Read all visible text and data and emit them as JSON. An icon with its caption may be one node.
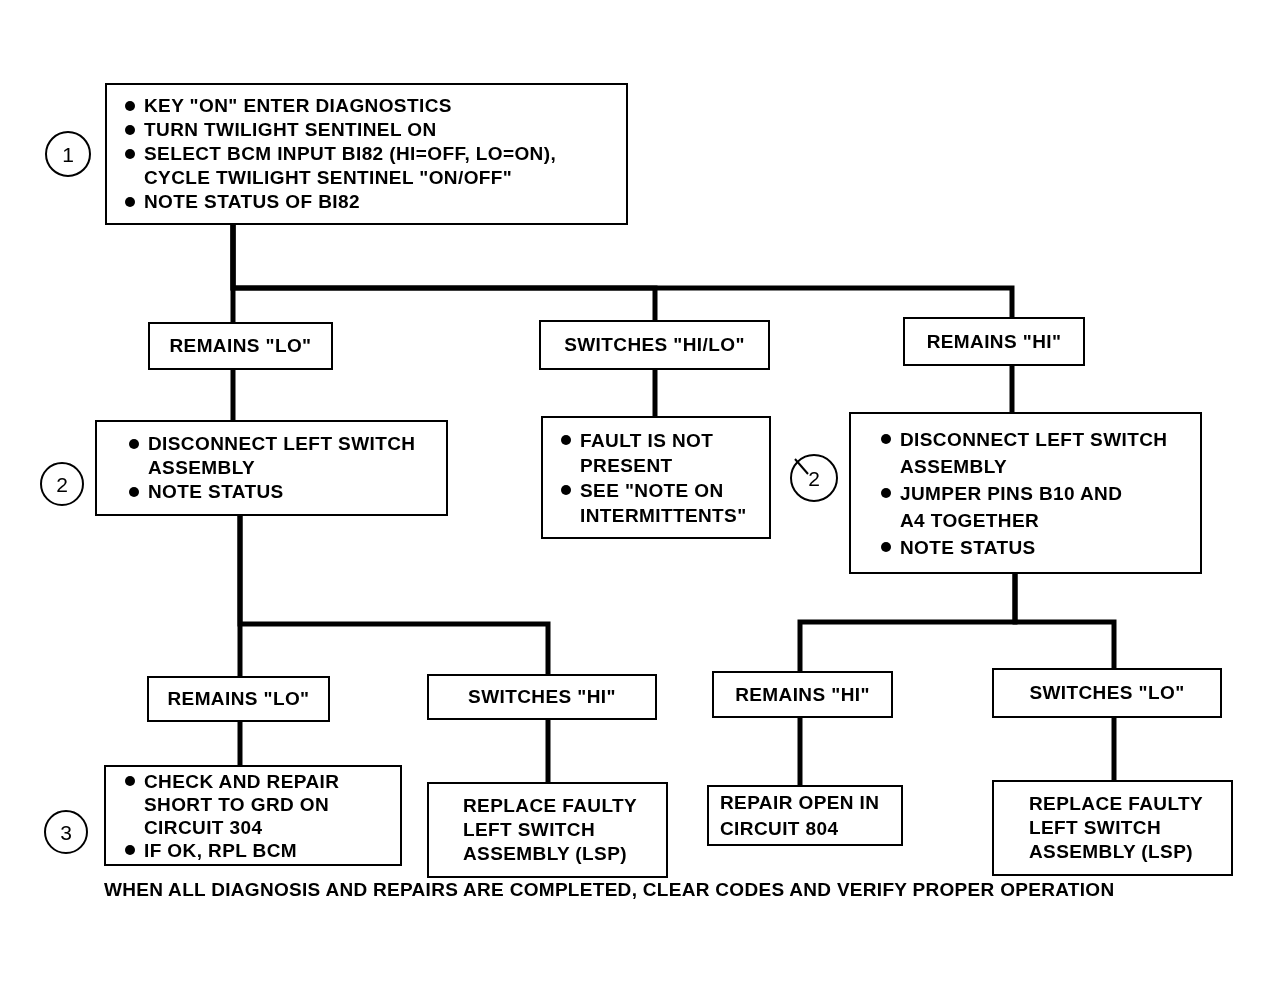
{
  "diagram": {
    "nodes": [
      {
        "text": [
          "1"
        ]
      },
      {
        "text": [
          "KEY \"ON\" ENTER DIAGNOSTICS",
          "TURN TWILIGHT SENTINEL ON",
          "SELECT BCM INPUT BI82 (HI=OFF, LO=ON), CYCLE TWILIGHT SENTINEL \"ON/OFF\"",
          "NOTE STATUS OF BI82"
        ]
      },
      {
        "text": [
          "REMAINS \"LO\""
        ]
      },
      {
        "text": [
          "SWITCHES \"HI/LO\""
        ]
      },
      {
        "text": [
          "REMAINS \"HI\""
        ]
      },
      {
        "text": [
          "2"
        ]
      },
      {
        "text": [
          "DISCONNECT LEFT SWITCH ASSEMBLY",
          "NOTE STATUS"
        ]
      },
      {
        "text": [
          "FAULT IS NOT PRESENT",
          "SEE \"NOTE ON INTERMITTENTS\""
        ]
      },
      {
        "text": [
          "2"
        ]
      },
      {
        "text": [
          "DISCONNECT LEFT SWITCH ASSEMBLY",
          "JUMPER PINS B10 AND A4 TOGETHER",
          "NOTE STATUS"
        ]
      },
      {
        "text": [
          "REMAINS \"LO\""
        ]
      },
      {
        "text": [
          "SWITCHES \"HI\""
        ]
      },
      {
        "text": [
          "REMAINS \"HI\""
        ]
      },
      {
        "text": [
          "SWITCHES \"LO\""
        ]
      },
      {
        "text": [
          "3"
        ]
      },
      {
        "text": [
          "CHECK AND REPAIR SHORT TO GRD ON CIRCUIT 304",
          "IF OK, RPL BCM"
        ]
      },
      {
        "text": [
          "REPLACE FAULTY LEFT SWITCH ASSEMBLY (LSP)"
        ]
      },
      {
        "text": [
          "REPAIR OPEN IN CIRCUIT 804"
        ]
      },
      {
        "text": [
          "REPLACE FAULTY LEFT SWITCH ASSEMBLY (LSP)"
        ]
      }
    ],
    "edges": [
      {
        "from": 1,
        "to": 2,
        "arrow": "none"
      },
      {
        "from": 1,
        "to": 3,
        "arrow": "none"
      },
      {
        "from": 1,
        "to": 4,
        "arrow": "none"
      },
      {
        "from": 2,
        "to": 6,
        "arrow": "none"
      },
      {
        "from": 3,
        "to": 7,
        "arrow": "none"
      },
      {
        "from": 4,
        "to": 9,
        "arrow": "none"
      },
      {
        "from": 6,
        "to": 10,
        "arrow": "none"
      },
      {
        "from": 6,
        "to": 11,
        "arrow": "none"
      },
      {
        "from": 9,
        "to": 12,
        "arrow": "none"
      },
      {
        "from": 9,
        "to": 13,
        "arrow": "none"
      },
      {
        "from": 10,
        "to": 15,
        "arrow": "none"
      },
      {
        "from": 11,
        "to": 16,
        "arrow": "none"
      },
      {
        "from": 12,
        "to": 17,
        "arrow": "none"
      },
      {
        "from": 13,
        "to": 18,
        "arrow": "none"
      }
    ],
    "labels": [
      "WHEN ALL DIAGNOSIS AND REPAIRS ARE COMPLETED, CLEAR CODES AND VERIFY PROPER OPERATION"
    ]
  }
}
